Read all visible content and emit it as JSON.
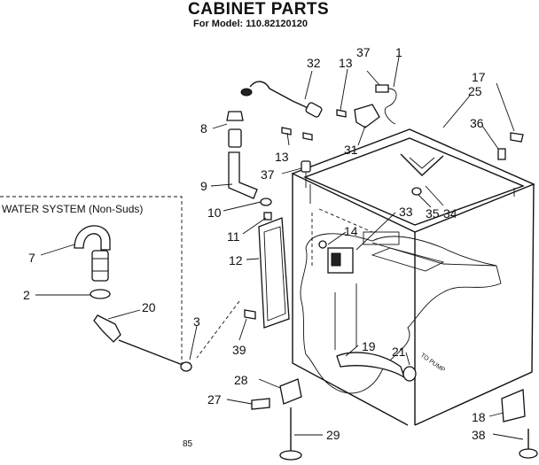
{
  "title": "CABINET PARTS",
  "subtitle": "For Model: 110.82120120",
  "inset_label": "WATER SYSTEM (Non-Suds)",
  "pump_label": "TO PUMP",
  "footer_code": "85",
  "callouts": {
    "c1": "1",
    "c2": "2",
    "c3": "3",
    "c7": "7",
    "c8": "8",
    "c9": "9",
    "c10": "10",
    "c11": "11",
    "c12": "12",
    "c13a": "13",
    "c13b": "13",
    "c14": "14",
    "c17": "17",
    "c18": "18",
    "c19": "19",
    "c20": "20",
    "c21": "21",
    "c25": "25",
    "c27": "27",
    "c28": "28",
    "c29": "29",
    "c31": "31",
    "c32": "32",
    "c33": "33",
    "c34": "34",
    "c35": "35",
    "c36": "36",
    "c37a": "37",
    "c37b": "37",
    "c38": "38",
    "c39": "39"
  }
}
